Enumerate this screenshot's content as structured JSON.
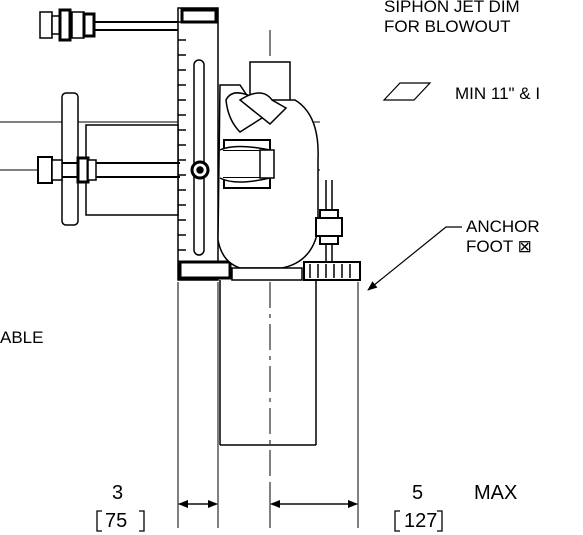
{
  "notes": {
    "siphon_line1": "SIPHON JET DIM",
    "siphon_line2": "FOR BLOWOUT",
    "min_note": "MIN 11\" & I",
    "anchor_line1": "ANCHOR",
    "anchor_line2": "FOOT ⊠",
    "able_fragment": "ABLE"
  },
  "dimensions": {
    "left_inch": "3",
    "left_mm": "75",
    "right_inch": "5",
    "right_mm": "127",
    "right_suffix": "MAX"
  },
  "colors": {
    "ink": "#000000",
    "paper": "#ffffff"
  }
}
